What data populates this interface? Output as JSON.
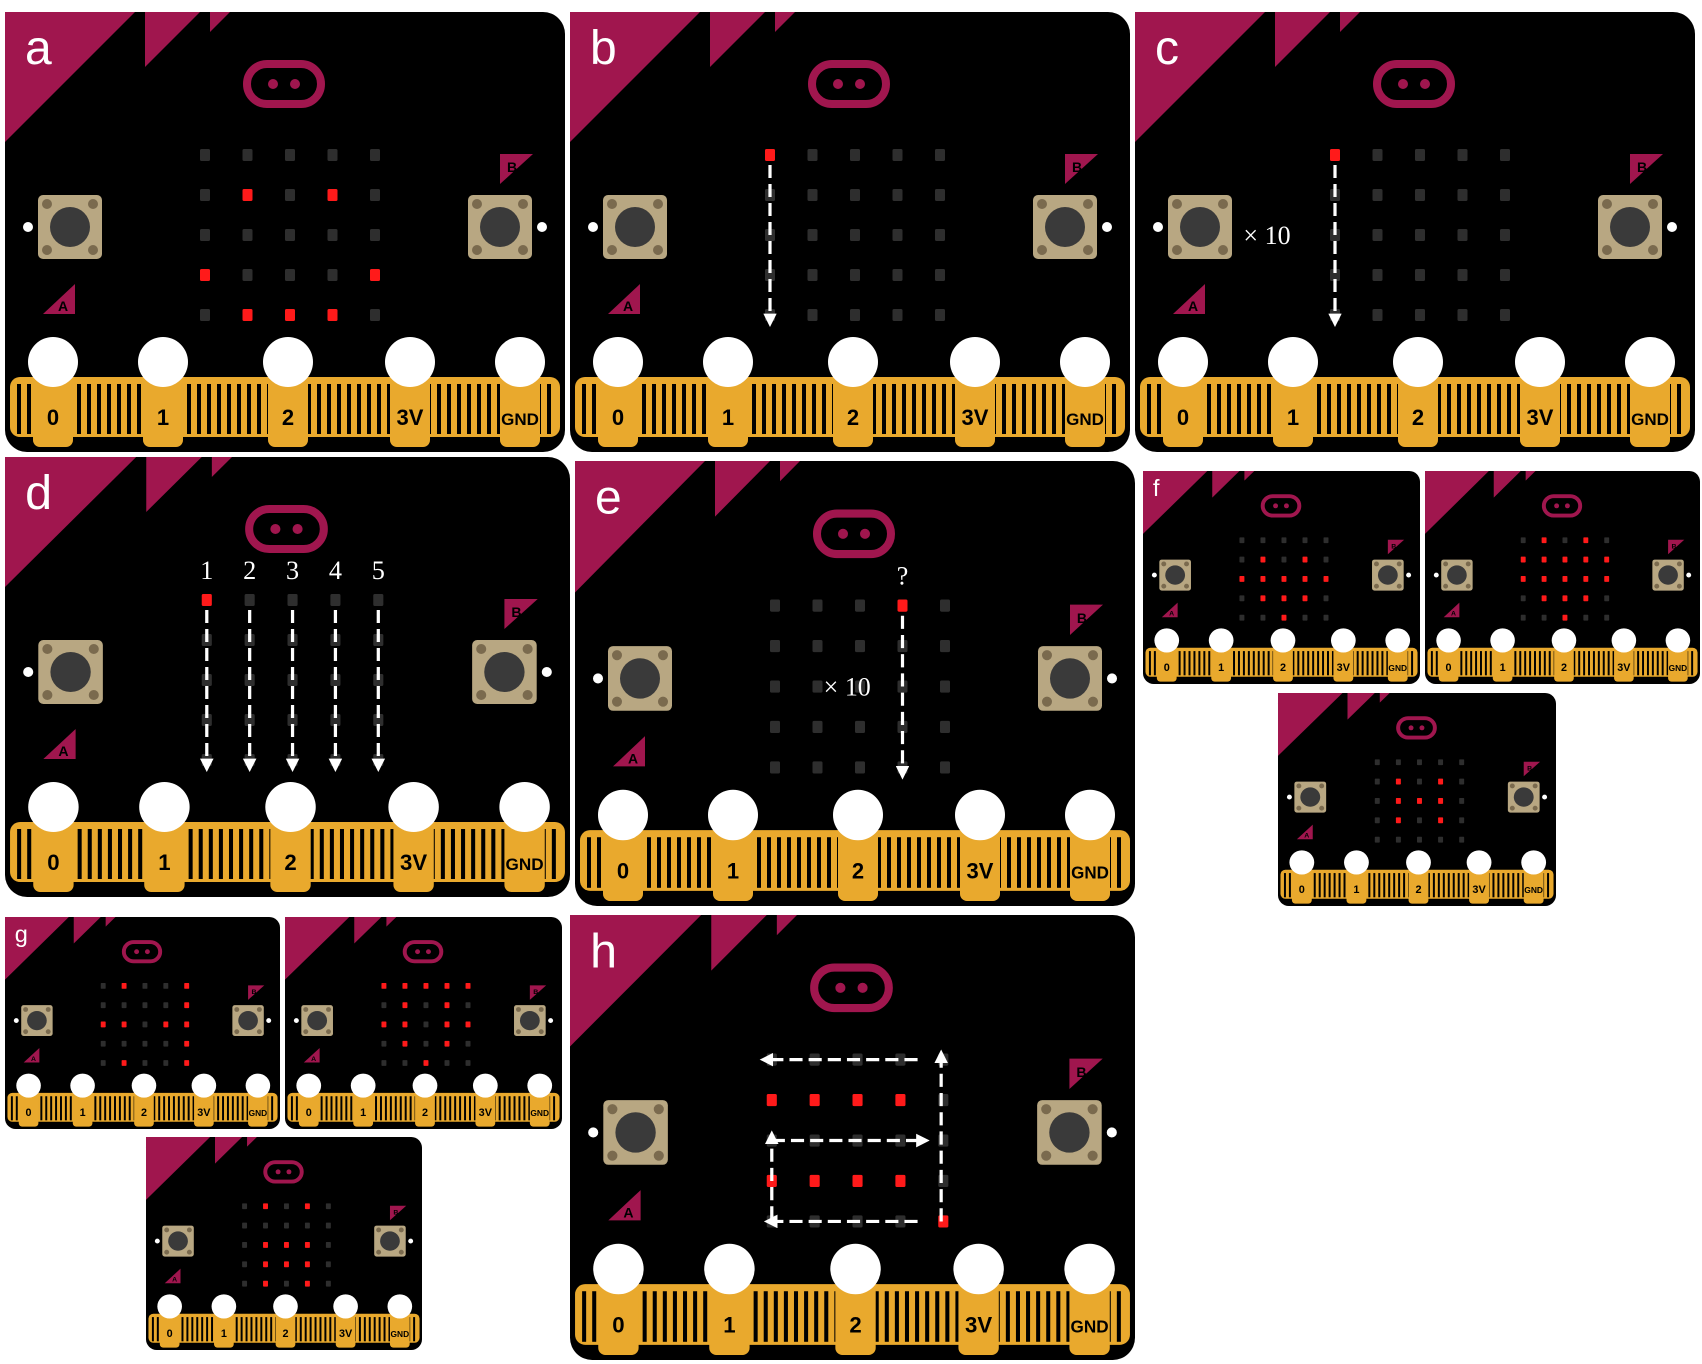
{
  "colors": {
    "board": "#000000",
    "accent": "#a0164e",
    "gold": "#e9a92d",
    "led_on": "#ff1a1a",
    "led_off": "#2e2e2e",
    "button_base": "#b8a782",
    "button_cap": "#3a3a3a",
    "arrow": "#ffffff"
  },
  "pins": [
    "0",
    "1",
    "2",
    "3V",
    "GND"
  ],
  "button_labels": {
    "a": "A",
    "b": "B"
  },
  "panels": [
    {
      "label": "a",
      "leds": "00000,01010,00000,10001,01110",
      "arrows": [],
      "texts": []
    },
    {
      "label": "b",
      "leds": "10000,00000,00000,00000,00000",
      "arrows": [
        {
          "path": [
            [
              0,
              0
            ],
            [
              0,
              4
            ]
          ]
        }
      ],
      "texts": []
    },
    {
      "label": "c",
      "leds": "10000,00000,00000,00000,00000",
      "arrows": [
        {
          "path": [
            [
              0,
              0
            ],
            [
              0,
              4
            ]
          ]
        }
      ],
      "texts": [
        {
          "text": "× 10",
          "at": [
            -1.6,
            2
          ]
        }
      ]
    },
    {
      "label": "d",
      "leds": "10000,00000,00000,00000,00000",
      "arrows": [
        {
          "path": [
            [
              0,
              0
            ],
            [
              0,
              4
            ]
          ]
        },
        {
          "path": [
            [
              1,
              0
            ],
            [
              1,
              4
            ]
          ]
        },
        {
          "path": [
            [
              2,
              0
            ],
            [
              2,
              4
            ]
          ]
        },
        {
          "path": [
            [
              3,
              0
            ],
            [
              3,
              4
            ]
          ]
        },
        {
          "path": [
            [
              4,
              0
            ],
            [
              4,
              4
            ]
          ]
        }
      ],
      "texts": [
        {
          "text": "1",
          "at": [
            0,
            -0.75
          ]
        },
        {
          "text": "2",
          "at": [
            1,
            -0.75
          ]
        },
        {
          "text": "3",
          "at": [
            2,
            -0.75
          ]
        },
        {
          "text": "4",
          "at": [
            3,
            -0.75
          ]
        },
        {
          "text": "5",
          "at": [
            4,
            -0.75
          ]
        }
      ]
    },
    {
      "label": "e",
      "leds": "00010,00000,00000,00000,00000",
      "arrows": [
        {
          "path": [
            [
              3,
              0
            ],
            [
              3,
              4
            ]
          ]
        }
      ],
      "texts": [
        {
          "text": "?",
          "at": [
            3,
            -0.75
          ]
        },
        {
          "text": "× 10",
          "at": [
            1.7,
            2
          ]
        }
      ]
    },
    {
      "label": "f",
      "leds": "00000,01010,11111,01110,00100",
      "arrows": [],
      "texts": []
    },
    {
      "label": "",
      "leds": "01010,11111,11111,01110,00100",
      "arrows": [],
      "texts": []
    },
    {
      "label": "",
      "leds": "00000,01010,01110,01010,00000",
      "arrows": [],
      "texts": []
    },
    {
      "label": "g",
      "leds": "01001,00001,11011,00001,01001",
      "arrows": [],
      "texts": []
    },
    {
      "label": "",
      "leds": "11111,01010,11011,01010,00100",
      "arrows": [],
      "texts": []
    },
    {
      "label": "",
      "leds": "01010,00000,01110,01110,01010",
      "arrows": [],
      "texts": []
    },
    {
      "label": "h",
      "leds": "00000,11110,00000,11110,00001",
      "arrows": [
        {
          "path": [
            [
              3.95,
              4
            ],
            [
              3.95,
              0.05
            ]
          ]
        },
        {
          "path": [
            [
              3.4,
              0
            ],
            [
              0,
              0
            ]
          ]
        },
        {
          "path": [
            [
              0,
              2
            ],
            [
              3.4,
              2
            ]
          ]
        },
        {
          "path": [
            [
              0,
              3.95
            ],
            [
              0,
              2.05
            ]
          ]
        },
        {
          "path": [
            [
              3.4,
              4
            ],
            [
              0.1,
              4
            ]
          ]
        }
      ],
      "texts": []
    }
  ]
}
